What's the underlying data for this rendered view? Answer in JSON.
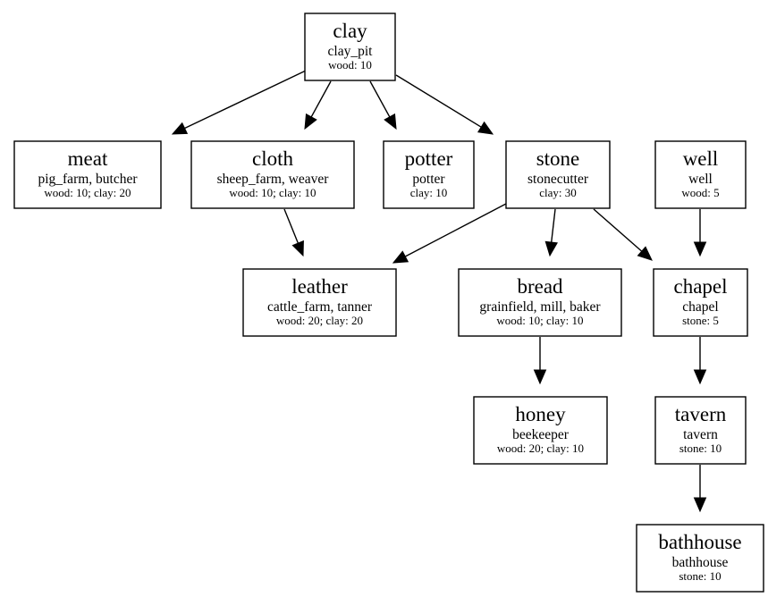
{
  "nodes": [
    {
      "id": "clay",
      "title": "clay",
      "buildings": "clay_pit",
      "cost": "wood: 10"
    },
    {
      "id": "meat",
      "title": "meat",
      "buildings": "pig_farm, butcher",
      "cost": "wood: 10; clay: 20"
    },
    {
      "id": "cloth",
      "title": "cloth",
      "buildings": "sheep_farm, weaver",
      "cost": "wood: 10; clay: 10"
    },
    {
      "id": "potter",
      "title": "potter",
      "buildings": "potter",
      "cost": "clay: 10"
    },
    {
      "id": "stone",
      "title": "stone",
      "buildings": "stonecutter",
      "cost": "clay: 30"
    },
    {
      "id": "well",
      "title": "well",
      "buildings": "well",
      "cost": "wood: 5"
    },
    {
      "id": "leather",
      "title": "leather",
      "buildings": "cattle_farm, tanner",
      "cost": "wood: 20; clay: 20"
    },
    {
      "id": "bread",
      "title": "bread",
      "buildings": "grainfield, mill, baker",
      "cost": "wood: 10; clay: 10"
    },
    {
      "id": "chapel",
      "title": "chapel",
      "buildings": "chapel",
      "cost": "stone: 5"
    },
    {
      "id": "honey",
      "title": "honey",
      "buildings": "beekeeper",
      "cost": "wood: 20; clay: 10"
    },
    {
      "id": "tavern",
      "title": "tavern",
      "buildings": "tavern",
      "cost": "stone: 10"
    },
    {
      "id": "bathhouse",
      "title": "bathhouse",
      "buildings": "bathhouse",
      "cost": "stone: 10"
    }
  ],
  "edges": [
    {
      "from": "clay",
      "to": "meat"
    },
    {
      "from": "clay",
      "to": "cloth"
    },
    {
      "from": "clay",
      "to": "potter"
    },
    {
      "from": "clay",
      "to": "stone"
    },
    {
      "from": "cloth",
      "to": "leather"
    },
    {
      "from": "stone",
      "to": "leather"
    },
    {
      "from": "stone",
      "to": "bread"
    },
    {
      "from": "stone",
      "to": "chapel"
    },
    {
      "from": "well",
      "to": "chapel"
    },
    {
      "from": "bread",
      "to": "honey"
    },
    {
      "from": "chapel",
      "to": "tavern"
    },
    {
      "from": "tavern",
      "to": "bathhouse"
    }
  ]
}
